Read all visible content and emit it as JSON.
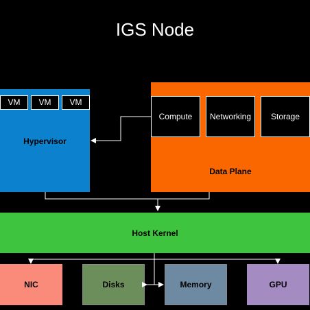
{
  "title": "IGS Node",
  "hypervisor": {
    "label": "Hypervisor",
    "vms": [
      "VM",
      "VM",
      "VM"
    ]
  },
  "data_plane": {
    "label": "Data Plane",
    "components": [
      "Compute",
      "Networking",
      "Storage"
    ]
  },
  "host_kernel": {
    "label": "Host Kernel"
  },
  "resources": {
    "nic": "NIC",
    "disks": "Disks",
    "memory": "Memory",
    "gpu": "GPU"
  },
  "colors": {
    "background": "#000000",
    "hypervisor": "#0c82cf",
    "data_plane": "#fa6600",
    "host_kernel": "#3ec43e",
    "nic": "#fa8a7a",
    "disks": "#6b8e5a",
    "memory": "#6e8aa3",
    "gpu": "#a48bc2",
    "connector": "#ffffff"
  }
}
